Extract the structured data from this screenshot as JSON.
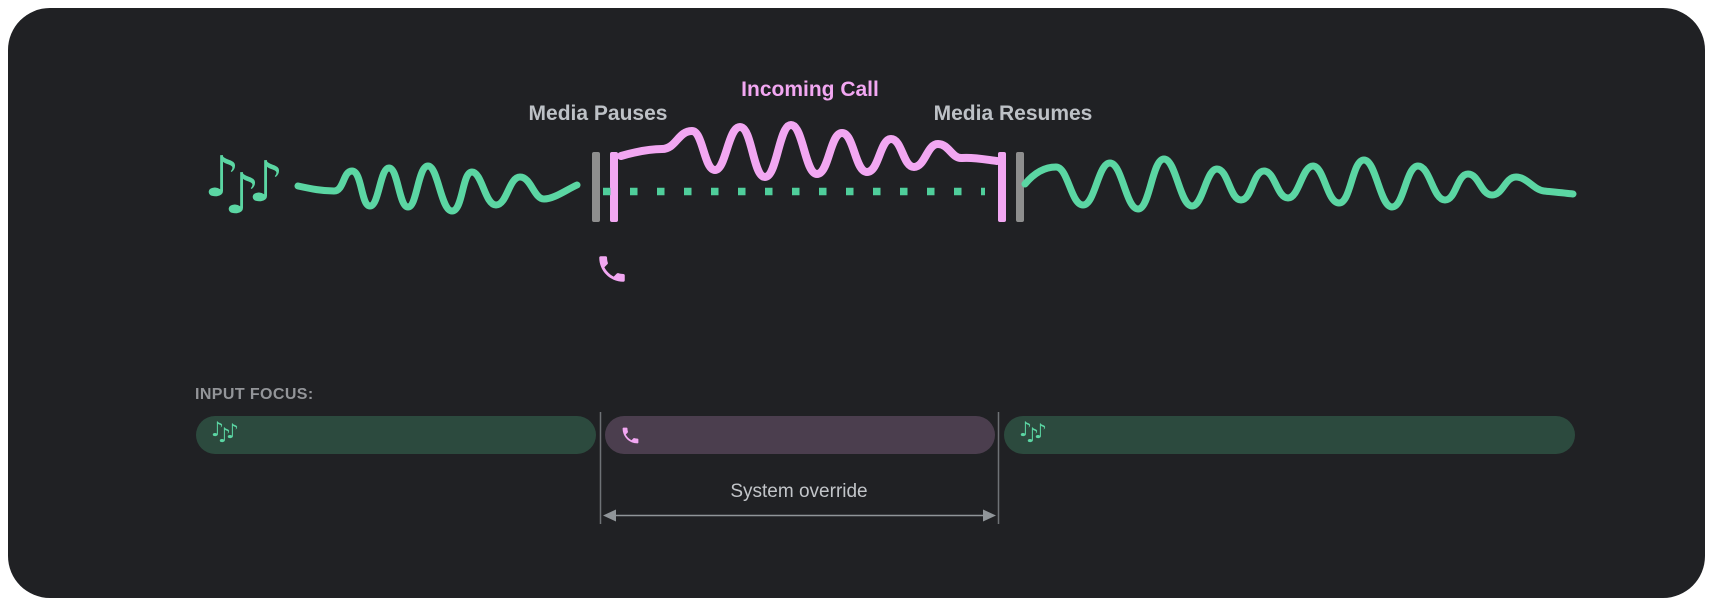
{
  "figure": {
    "timeline": {
      "media_pauses_label": "Media Pauses",
      "incoming_call_label": "Incoming Call",
      "media_resumes_label": "Media Resumes"
    },
    "input_focus": {
      "heading": "INPUT FOCUS:",
      "system_override_label": "System override",
      "tracks": [
        {
          "name": "media-before-call",
          "icon": "music-notes-icon"
        },
        {
          "name": "incoming-call",
          "icon": "phone-icon"
        },
        {
          "name": "media-after-call",
          "icon": "music-notes-icon"
        }
      ]
    }
  },
  "glyphs": {
    "music_note": "♪"
  },
  "colors": {
    "card_background": "#202124",
    "media_green": "#5bd6a3",
    "dotted_duck_green": "#4fce9b",
    "call_pink": "#f2a7f2",
    "pause_bar_gray": "#8e8e8e",
    "focus_track_green": "#2c4a3e",
    "focus_track_purple": "#4b3e4e",
    "label_gray": "#bdc1c6",
    "guide_gray": "#8e9196"
  }
}
